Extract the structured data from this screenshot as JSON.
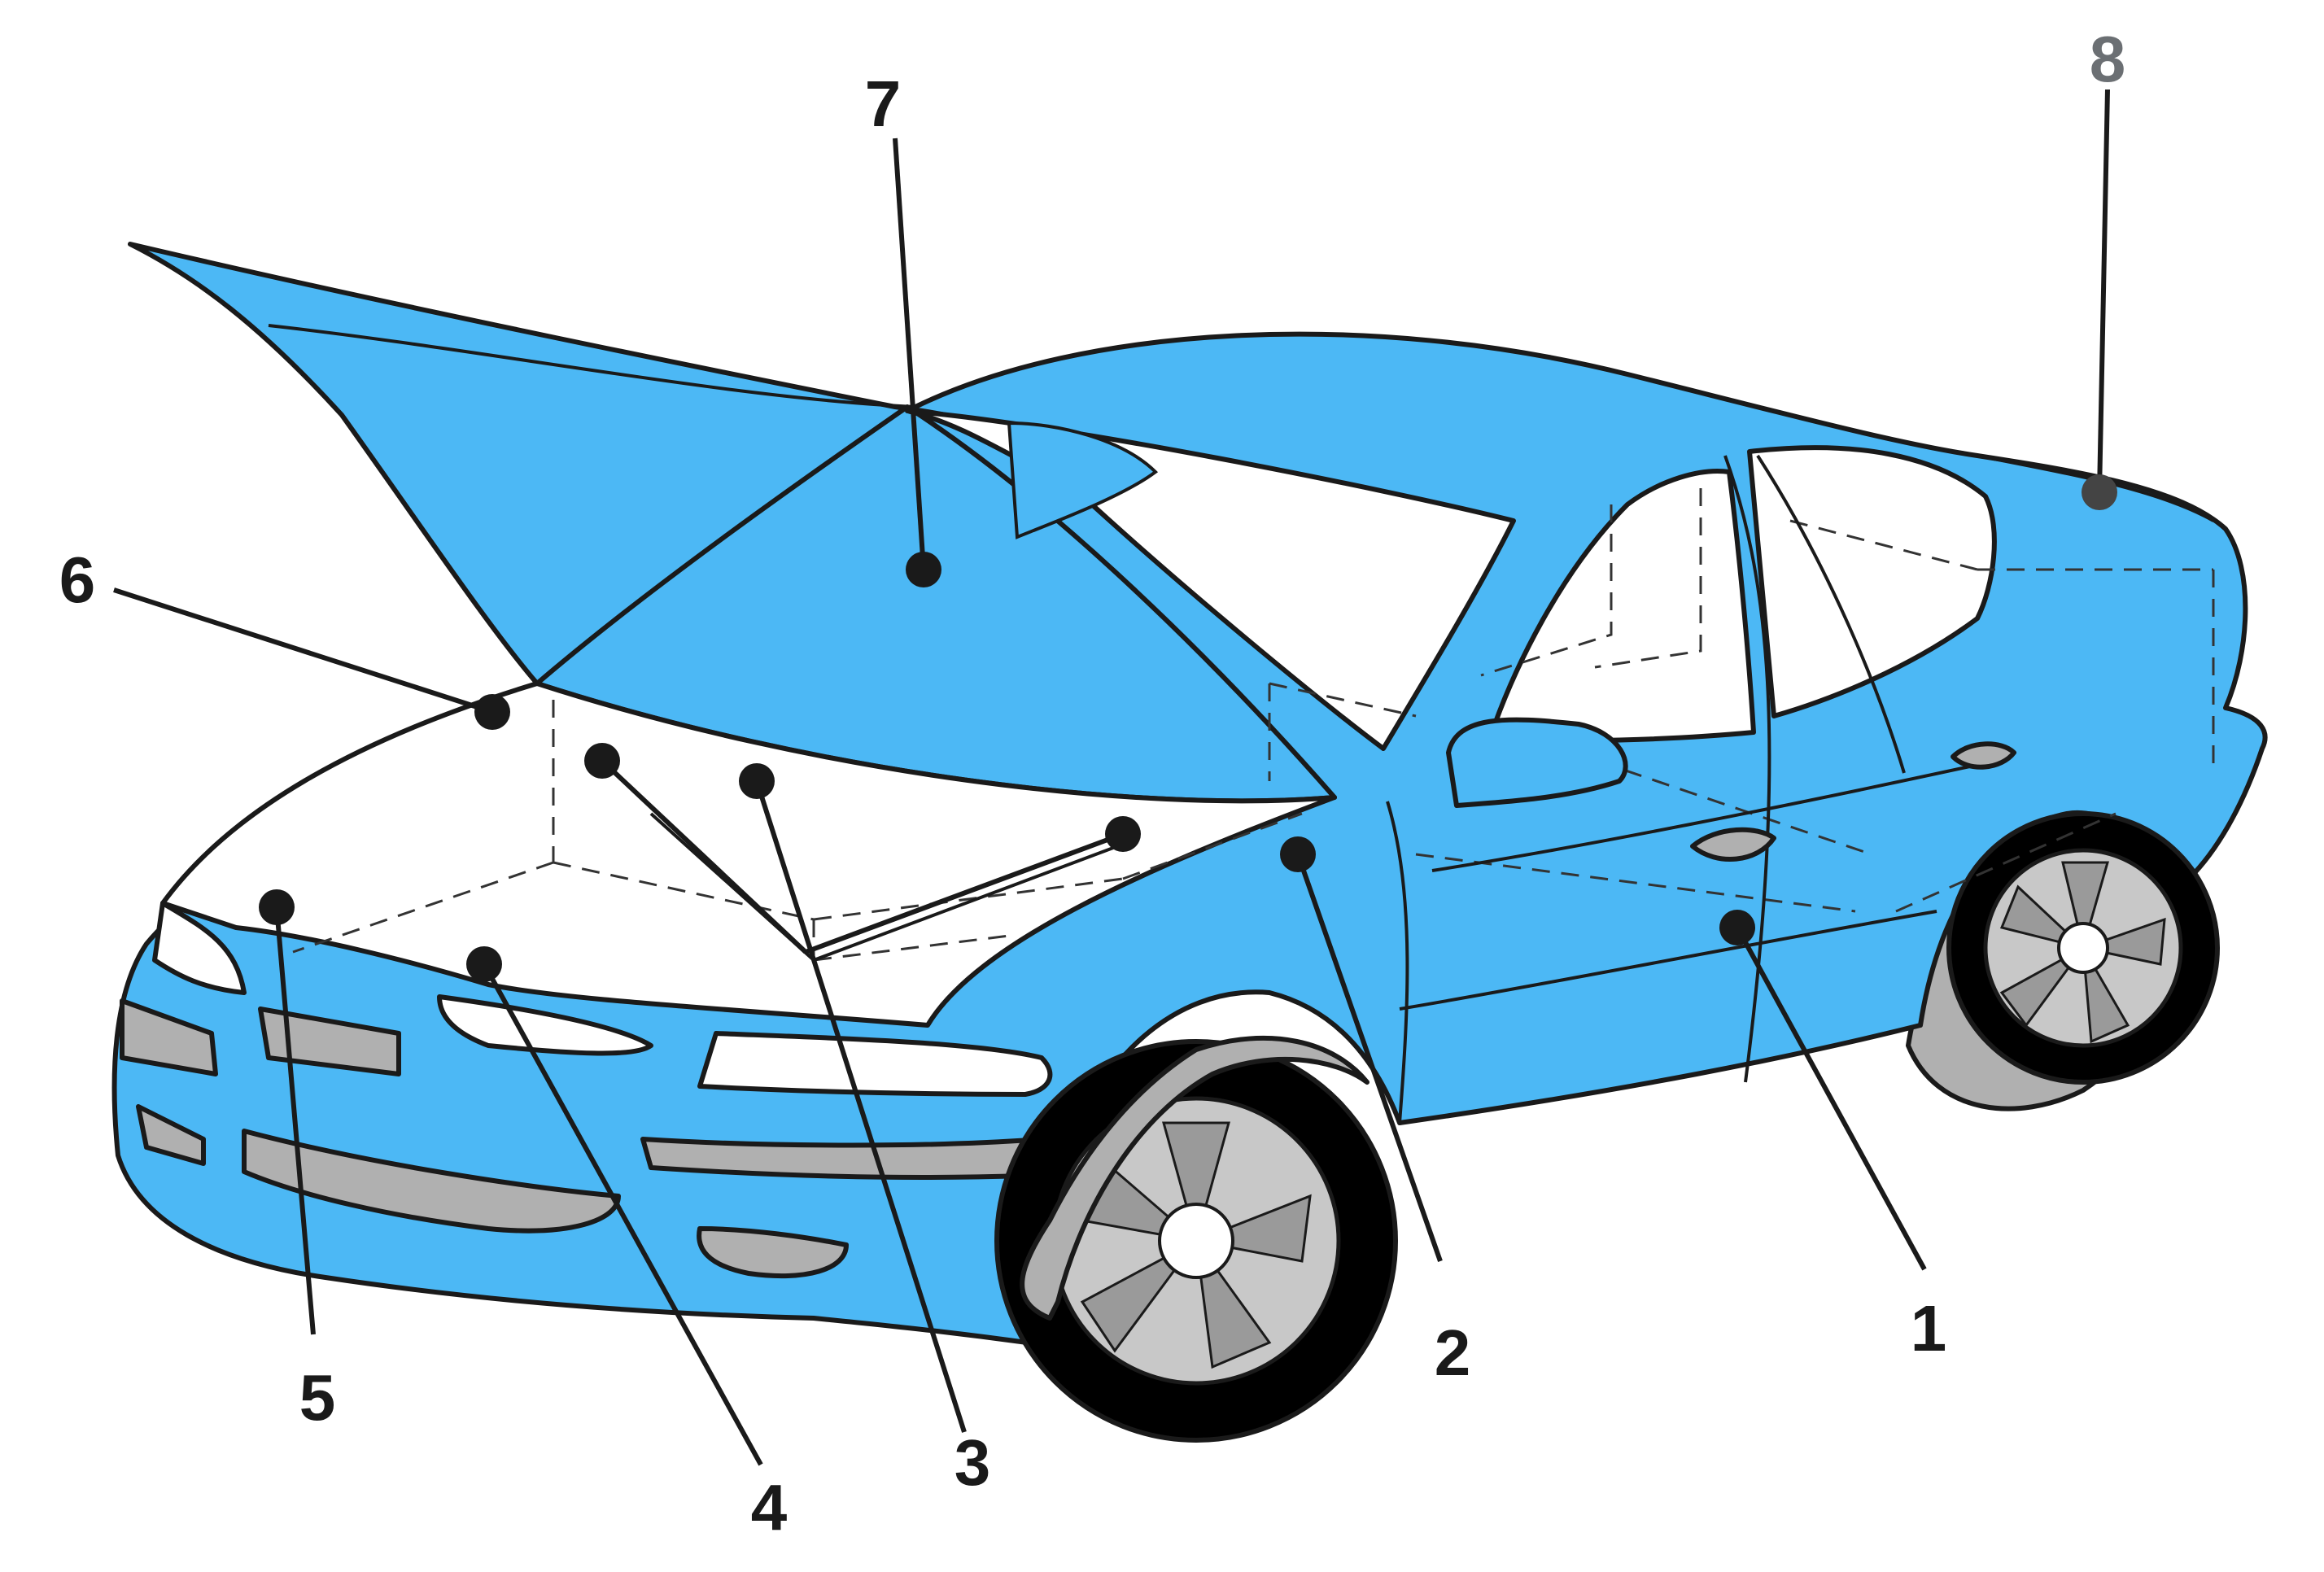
{
  "colors": {
    "body": "#4cb8f5",
    "glass": "#ffffff",
    "tire": "#000000",
    "rim": "#c8c8c8",
    "trim": "#b0b0b0",
    "outline": "#1a1a1a",
    "callout_dot": "#1a1a1a",
    "callout_dot_faded": "#444444",
    "label_faded": "#6b6f73"
  },
  "callouts": [
    {
      "label": "1"
    },
    {
      "label": "2"
    },
    {
      "label": "3"
    },
    {
      "label": "4"
    },
    {
      "label": "5"
    },
    {
      "label": "6"
    },
    {
      "label": "7"
    },
    {
      "label": "8"
    }
  ]
}
